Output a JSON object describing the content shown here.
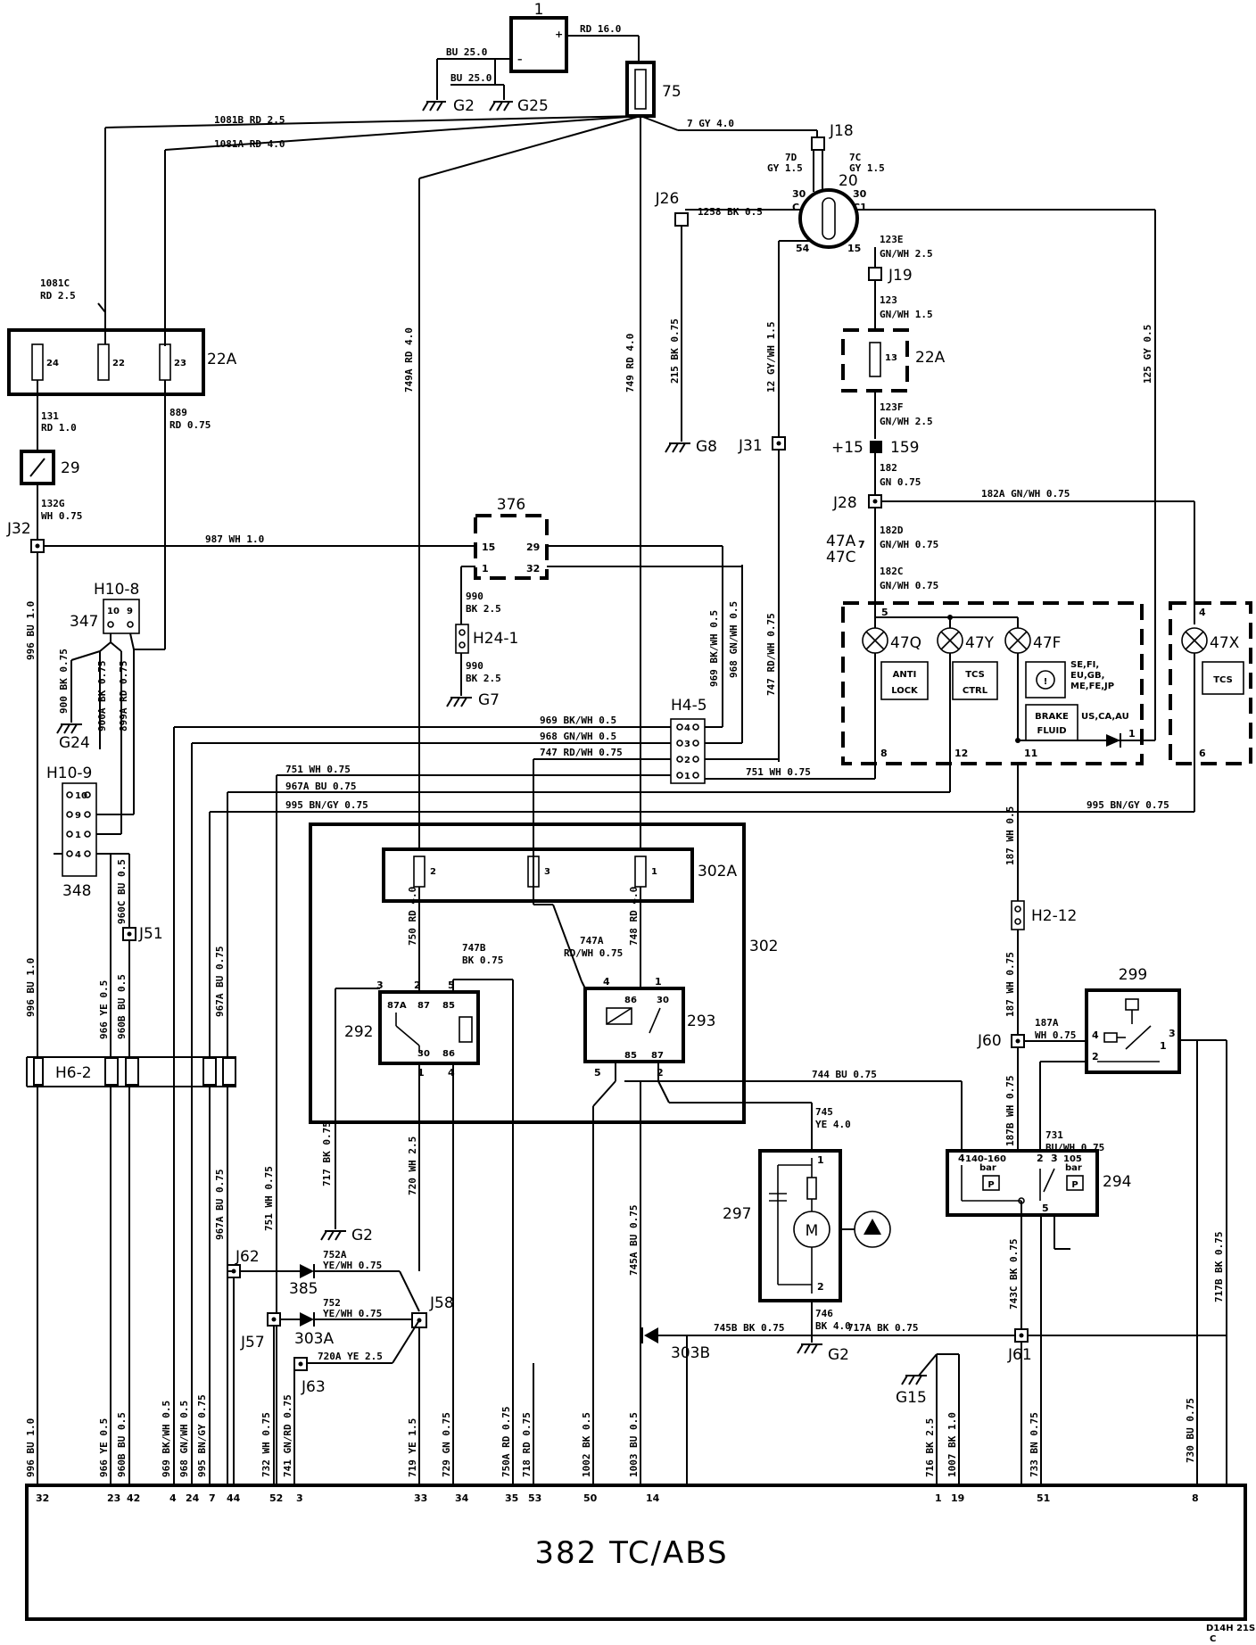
{
  "components": {
    "battery": "1",
    "fuse_box_75": "75",
    "ignition_switch": "20",
    "fuse_22a_left": "22A",
    "fuse_22a_right": "22A",
    "switch_29": "29",
    "module_376": "376",
    "relay_box_302": "302",
    "fuse_302a": "302A",
    "relay_292": "292",
    "relay_293": "293",
    "pump_motor_297": "297",
    "pressure_switch_294": "294",
    "brake_switch_299": "299",
    "diode_385": "385",
    "diode_303a": "303A",
    "diode_303b": "303B",
    "lamp_47q": "47Q",
    "lamp_47y": "47Y",
    "lamp_47f": "47F",
    "lamp_47x": "47X",
    "conn_159": "159",
    "plus15": "+15",
    "conn_47a": "47A",
    "conn_47c": "47C",
    "tc_abs_unit": "382 TC/ABS"
  },
  "lamp_labels": {
    "anti_lock_1": "ANTI",
    "anti_lock_2": "LOCK",
    "tcs_ctrl_1": "TCS",
    "tcs_ctrl_2": "CTRL",
    "brake_fluid_1": "BRAKE",
    "brake_fluid_2": "FLUID",
    "markets_1": "SE,FI,",
    "markets_2": "EU,GB,",
    "markets_3": "ME,FE,JP",
    "markets_4": "US,CA,AU",
    "tcs": "TCS"
  },
  "pressure_labels": {
    "p1_1": "140-160",
    "p1_2": "bar",
    "p2_1": "105",
    "p2_2": "bar"
  },
  "grounds": {
    "g2a": "G2",
    "g25": "G25",
    "g8": "G8",
    "g7": "G7",
    "g24": "G24",
    "g2b": "G2",
    "g2c": "G2",
    "g15": "G15"
  },
  "junctions": {
    "j18": "J18",
    "j26": "J26",
    "j19": "J19",
    "j31": "J31",
    "j28": "J28",
    "j32": "J32",
    "j51": "J51",
    "j62": "J62",
    "j57": "J57",
    "j63": "J63",
    "j58": "J58",
    "j60": "J60",
    "j61": "J61"
  },
  "connectors": {
    "h10_8": "H10-8",
    "h10_9": "H10-9",
    "h4_5": "H4-5",
    "h24_1": "H24-1",
    "h2_12": "H2-12",
    "h6_2": "H6-2",
    "c347": "347",
    "c348": "348"
  },
  "wires": {
    "w_rd16": "RD 16.0",
    "w_bu25a": "BU 25.0",
    "w_bu25b": "BU 25.0",
    "w_1081b": "1081B RD 2.5",
    "w_1081a": "1081A RD 4.0",
    "w_7gy": "7 GY 4.0",
    "w_7d_1": "7D",
    "w_7d_2": "GY 1.5",
    "w_7c_1": "7C",
    "w_7c_2": "GY 1.5",
    "w_1258": "1258 BK 0.5",
    "w_123e_1": "123E",
    "w_123e_2": "GN/WH 2.5",
    "w_123_1": "123",
    "w_123_2": "GN/WH 1.5",
    "w_123f_1": "123F",
    "w_123f_2": "GN/WH 2.5",
    "w_182_1": "182",
    "w_182_2": "GN 0.75",
    "w_182a": "182A GN/WH 0.75",
    "w_182d_1": "182D",
    "w_182d_2": "GN/WH 0.75",
    "w_182c_1": "182C",
    "w_182c_2": "GN/WH 0.75",
    "w_1081c_1": "1081C",
    "w_1081c_2": "RD 2.5",
    "w_131_1": "131",
    "w_131_2": "RD 1.0",
    "w_889_1": "889",
    "w_889_2": "RD 0.75",
    "w_132g_1": "132G",
    "w_132g_2": "WH 0.75",
    "w_987": "987 WH 1.0",
    "w_990a_1": "990",
    "w_990a_2": "BK 2.5",
    "w_990b_1": "990",
    "w_990b_2": "BK 2.5",
    "w_749a": "749A RD 4.0",
    "w_749": "749 RD 4.0",
    "w_215": "215 BK 0.75",
    "w_12gy": "12 GY/WH 1.5",
    "w_125": "125 GY 0.5",
    "w_969v": "969 BK/WH 0.5",
    "w_968v": "968 GN/WH 0.5",
    "w_747v": "747 RD/WH 0.75",
    "w_969h": "969 BK/WH 0.5",
    "w_968h": "968 GN/WH 0.5",
    "w_747h": "747 RD/WH 0.75",
    "w_751h": "751 WH 0.75",
    "w_751a": "751 WH 0.75",
    "w_967a": "967A BU 0.75",
    "w_995a": "995 BN/GY 0.75",
    "w_995b": "995 BN/GY 0.75",
    "w_996a": "996 BU 1.0",
    "w_900": "900 BK 0.75",
    "w_900a": "900A BK 0.75",
    "w_899a": "899A RD 0.75",
    "w_960c": "960C BU 0.5",
    "w_996b": "996 BU 1.0",
    "w_966a": "966 YE 0.5",
    "w_960b": "960B BU 0.5",
    "w_967av": "967A BU 0.75",
    "w_967av2": "967A BU 0.75",
    "w_751v": "751 WH 0.75",
    "w_750": "750 RD 4.0",
    "w_747b_1": "747B",
    "w_747b_2": "BK 0.75",
    "w_747a_1": "747A",
    "w_747a_2": "RD/WH 0.75",
    "w_748": "748 RD 4.0",
    "w_744": "744 BU 0.75",
    "w_745_1": "745",
    "w_745_2": "YE 4.0",
    "w_746_1": "746",
    "w_746_2": "BK 4.0",
    "w_745a": "745A BU 0.75",
    "w_745b": "745B BK 0.75",
    "w_717a": "717A BK 0.75",
    "w_717": "717 BK 0.75",
    "w_720": "720 WH 2.5",
    "w_752a_1": "752A",
    "w_752a_2": "YE/WH 0.75",
    "w_752_1": "752",
    "w_752_2": "YE/WH 0.75",
    "w_720a": "720A YE 2.5",
    "w_187": "187 WH 0.5",
    "w_187b": "187 WH 0.75",
    "w_187a_1": "187A",
    "w_187a_2": "WH 0.75",
    "w_187b2": "187B WH 0.75",
    "w_731_1": "731",
    "w_731_2": "BU/WH 0.75",
    "w_743c": "743C BK 0.75",
    "w_717b": "717B BK 0.75",
    "w_996c": "996 BU 1.0",
    "w_966b": "966 YE 0.5",
    "w_960bb": "960B BU 0.5",
    "w_969b": "969 BK/WH 0.5",
    "w_968b": "968 GN/WH 0.5",
    "w_995c": "995 BN/GY 0.75",
    "w_732": "732 WH 0.75",
    "w_741": "741 GN/RD 0.75",
    "w_719": "719 YE 1.5",
    "w_729": "729 GN 0.75",
    "w_750a": "750A RD 0.75",
    "w_718": "718 RD 0.75",
    "w_1002": "1002 BK 0.5",
    "w_1003": "1003 BU 0.5",
    "w_716": "716 BK 2.5",
    "w_1007": "1007 BK 1.0",
    "w_733": "733 BN 0.75",
    "w_730": "730 BU 0.75"
  },
  "ecu_pins": [
    "32",
    "23",
    "42",
    "4",
    "24",
    "7",
    "44",
    "52",
    "3",
    "33",
    "34",
    "35",
    "53",
    "50",
    "14",
    "1",
    "19",
    "51",
    "8"
  ],
  "footer": {
    "code_1": "D14H 21S",
    "code_2": "C"
  }
}
